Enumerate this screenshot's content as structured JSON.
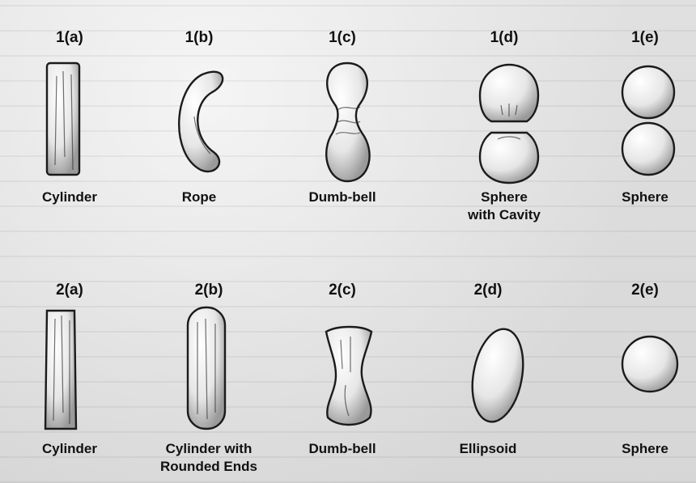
{
  "rows": [
    {
      "items": [
        {
          "id": "1(a)",
          "caption": [
            "Cylinder"
          ]
        },
        {
          "id": "1(b)",
          "caption": [
            "Rope"
          ]
        },
        {
          "id": "1(c)",
          "caption": [
            "Dumb-bell"
          ]
        },
        {
          "id": "1(d)",
          "caption": [
            "Sphere",
            "with Cavity"
          ]
        },
        {
          "id": "1(e)",
          "caption": [
            "Sphere"
          ]
        }
      ]
    },
    {
      "items": [
        {
          "id": "2(a)",
          "caption": [
            "Cylinder"
          ]
        },
        {
          "id": "2(b)",
          "caption": [
            "Cylinder with",
            "Rounded Ends"
          ]
        },
        {
          "id": "2(c)",
          "caption": [
            "Dumb-bell"
          ]
        },
        {
          "id": "2(d)",
          "caption": [
            "Ellipsoid"
          ]
        },
        {
          "id": "2(e)",
          "caption": [
            "Sphere"
          ]
        }
      ]
    }
  ]
}
